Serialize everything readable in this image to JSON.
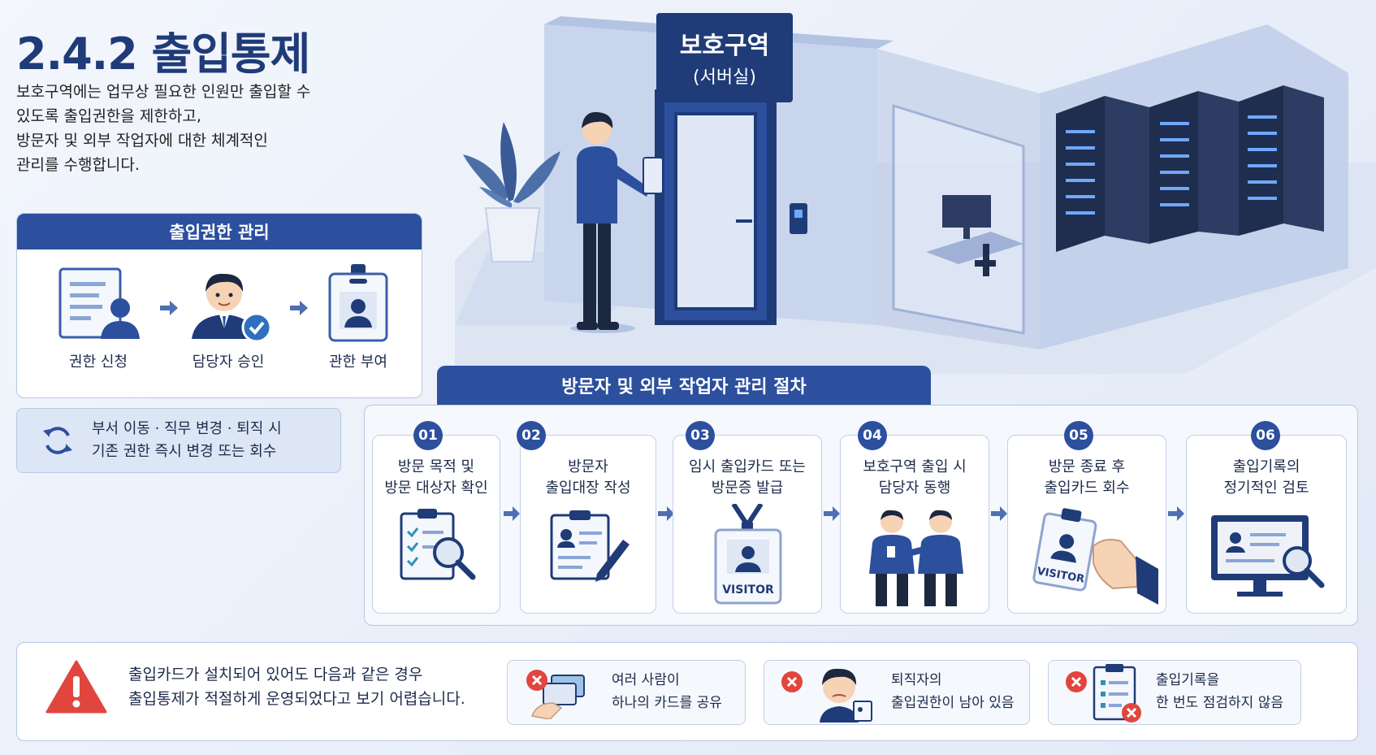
{
  "title": "2.4.2 출입통제",
  "intro": [
    "보호구역에는 업무상 필요한 인원만 출입할 수",
    "있도록 출입권한을 제한하고,",
    "방문자 및 외부 작업자에 대한 체계적인",
    "관리를 수행합니다."
  ],
  "permission": {
    "header": "출입권한 관리",
    "steps": [
      "권한 신청",
      "담당자 승인",
      "관한 부여"
    ]
  },
  "notice": [
    "부서 이동 · 직무 변경 · 퇴직 시",
    "기존 권한 즉시 변경 또는 회수"
  ],
  "scene": {
    "sign_main": "보호구역",
    "sign_sub": "(서버실)",
    "visitor_label": "VISITOR"
  },
  "procedure": {
    "header": "방문자 및 외부 작업자 관리 절차",
    "steps": [
      {
        "num": "01",
        "lines": [
          "방문 목적 및",
          "방문 대상자 확인"
        ]
      },
      {
        "num": "02",
        "lines": [
          "방문자",
          "출입대장 작성"
        ]
      },
      {
        "num": "03",
        "lines": [
          "임시 출입카드 또는",
          "방문증 발급"
        ]
      },
      {
        "num": "04",
        "lines": [
          "보호구역 출입 시",
          "담당자 동행"
        ]
      },
      {
        "num": "05",
        "lines": [
          "방문 종료 후",
          "출입카드 회수"
        ]
      },
      {
        "num": "06",
        "lines": [
          "출입기록의",
          "정기적인 검토"
        ]
      }
    ]
  },
  "warning": {
    "text": [
      "출입카드가 설치되어 있어도 다음과 같은 경우",
      "출입통제가 적절하게 운영되었다고 보기 어렵습니다."
    ],
    "cases": [
      {
        "lines": [
          "여러 사람이",
          "하나의 카드를 공유"
        ]
      },
      {
        "lines": [
          "퇴직자의",
          "출입권한이 남아 있음"
        ]
      },
      {
        "lines": [
          "출입기록을",
          "한 번도 점검하지 않음"
        ]
      }
    ]
  },
  "colors": {
    "primary": "#2c4f9e",
    "navy": "#1f3b78",
    "danger": "#e0463e",
    "check": "#2f8fc0"
  }
}
